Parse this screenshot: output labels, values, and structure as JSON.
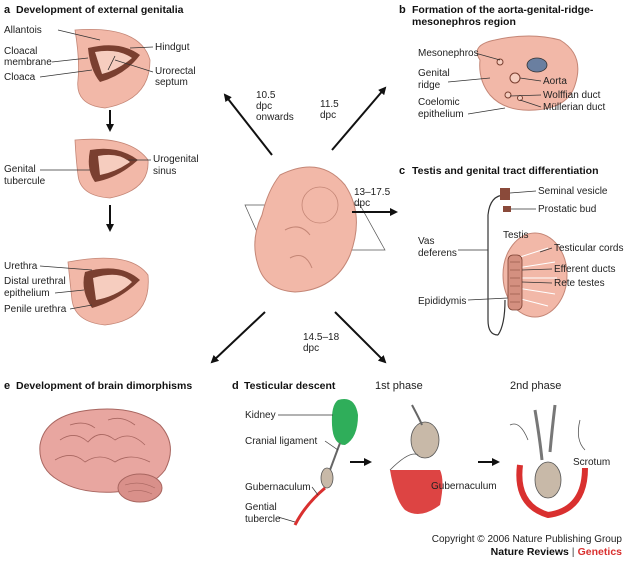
{
  "panels": {
    "a": {
      "letter": "a",
      "title": "Development of external genitalia"
    },
    "b": {
      "letter": "b",
      "title_line1": "Formation of the aorta-genital-ridge-",
      "title_line2": "mesonephros region"
    },
    "c": {
      "letter": "c",
      "title": "Testis and genital tract differentiation"
    },
    "d": {
      "letter": "d",
      "title": "Testicular descent",
      "phase1": "1st phase",
      "phase2": "2nd phase"
    },
    "e": {
      "letter": "e",
      "title": "Development of brain dimorphisms"
    }
  },
  "labels_a": {
    "allantois": "Allantois",
    "cloacal_membrane_1": "Cloacal",
    "cloacal_membrane_2": "membrane",
    "cloaca": "Cloaca",
    "hindgut": "Hindgut",
    "urorectal_1": "Urorectal",
    "urorectal_2": "septum",
    "genital_tubercle_1": "Genital",
    "genital_tubercle_2": "tubercule",
    "urogenital_1": "Urogenital",
    "urogenital_2": "sinus",
    "urethra": "Urethra",
    "distal_1": "Distal urethral",
    "distal_2": "epithelium",
    "penile": "Penile urethra"
  },
  "labels_b": {
    "mesonephros": "Mesonephros",
    "genital_ridge_1": "Genital",
    "genital_ridge_2": "ridge",
    "aorta": "Aorta",
    "coelomic_1": "Coelomic",
    "coelomic_2": "epithelium",
    "wolffian": "Wolffian duct",
    "mullerian": "Müllerian duct"
  },
  "labels_c": {
    "seminal": "Seminal vesicle",
    "prostatic": "Prostatic bud",
    "testis": "Testis",
    "vas_1": "Vas",
    "vas_2": "deferens",
    "testicular_cords": "Testicular cords",
    "efferent": "Efferent ducts",
    "rete": "Rete testes",
    "epididymis": "Epididymis"
  },
  "labels_d": {
    "kidney": "Kidney",
    "cranial": "Cranial ligament",
    "gubernaculum": "Gubernaculum",
    "gential_1": "Gential",
    "gential_2": "tubercle",
    "gubernaculum2": "Gubernaculum",
    "scrotum": "Scrotum"
  },
  "timings": {
    "t1_1": "10.5",
    "t1_2": "dpc",
    "t1_3": "onwards",
    "t2_1": "11.5",
    "t2_2": "dpc",
    "t3_1": "13–17.5",
    "t3_2": "dpc",
    "t4_1": "14.5–18",
    "t4_2": "dpc"
  },
  "footer": {
    "copyright": "Copyright © 2006 Nature Publishing Group",
    "journal": "Nature Reviews",
    "separator": " | ",
    "section": "Genetics"
  },
  "colors": {
    "tissue": "#f2b8a8",
    "tissue_dark": "#8a4a3a",
    "kidney": "#2fae5a",
    "gubernaculum": "#d9302f",
    "brain": "#e8a6a0",
    "genetics_red": "#d9302f"
  }
}
